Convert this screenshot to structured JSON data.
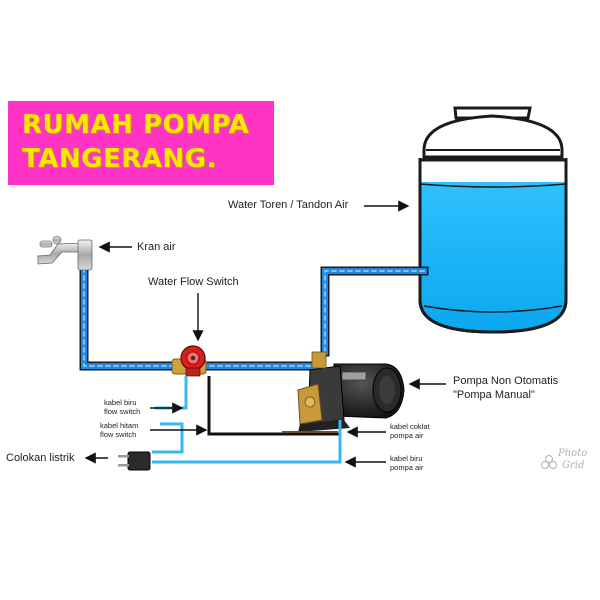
{
  "banner": {
    "line1": "RUMAH POMPA",
    "line2": "TANGERANG.",
    "bg_color": "#ff33c4",
    "text_color": "#ffe600"
  },
  "labels": {
    "water_tank": "Water Toren / Tandon Air",
    "faucet": "Kran air",
    "flow_switch": "Water Flow Switch",
    "pump_line1": "Pompa Non Otomatis",
    "pump_line2": "\"Pompa Manual\"",
    "cable_blue_switch_1": "kabel biru",
    "cable_blue_switch_2": "flow switch",
    "cable_black_switch_1": "kabel hitam",
    "cable_black_switch_2": "flow switch",
    "cable_brown_pump_1": "kabel coklat",
    "cable_brown_pump_2": "pompa air",
    "cable_blue_pump_1": "kabel biru",
    "cable_blue_pump_2": "pompa air",
    "power_plug": "Colokan listrik"
  },
  "watermark": {
    "line1": "Photo",
    "line2": "Grid"
  },
  "colors": {
    "water": "#29b6f6",
    "pipe": "#1e7ec8",
    "cable_blue": "#39b8f0",
    "cable_black": "#111111",
    "cable_brown": "#6d4c2f",
    "tank_outline": "#1b1b1b"
  },
  "icons": [
    "faucet-icon",
    "flow-switch-icon",
    "pump-icon",
    "plug-icon",
    "water-tank-icon",
    "arrow-icon"
  ]
}
